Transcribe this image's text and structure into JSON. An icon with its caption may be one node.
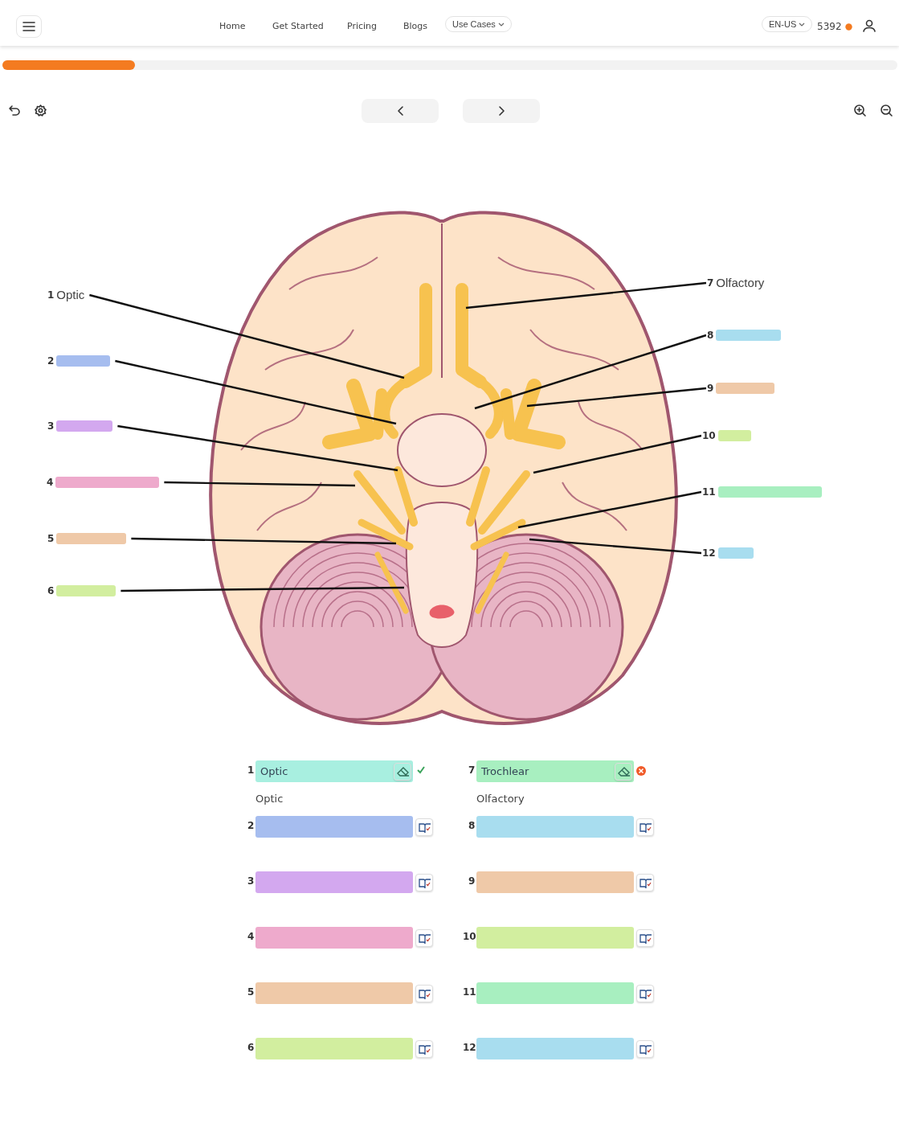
{
  "diagram": {
    "nodes": [
      {
        "text": [
          "1",
          "Optic"
        ]
      },
      {
        "text": [
          "2"
        ]
      },
      {
        "text": [
          "3"
        ]
      },
      {
        "text": [
          "4"
        ]
      },
      {
        "text": [
          "5"
        ]
      },
      {
        "text": [
          "6"
        ]
      },
      {
        "text": [
          "7",
          "Olfactory"
        ]
      },
      {
        "text": [
          "8"
        ]
      },
      {
        "text": [
          "9"
        ]
      },
      {
        "text": [
          "10"
        ]
      },
      {
        "text": [
          "11"
        ]
      },
      {
        "text": [
          "12"
        ]
      }
    ],
    "edges": [
      {
        "from": 0,
        "to": null,
        "arrow": "none"
      },
      {
        "from": 1,
        "to": null,
        "arrow": "none"
      },
      {
        "from": 2,
        "to": null,
        "arrow": "none"
      },
      {
        "from": 3,
        "to": null,
        "arrow": "none"
      },
      {
        "from": 4,
        "to": null,
        "arrow": "none"
      },
      {
        "from": 5,
        "to": null,
        "arrow": "none"
      },
      {
        "from": 6,
        "to": null,
        "arrow": "none"
      },
      {
        "from": 7,
        "to": null,
        "arrow": "none"
      },
      {
        "from": 8,
        "to": null,
        "arrow": "none"
      },
      {
        "from": 9,
        "to": null,
        "arrow": "none"
      },
      {
        "from": 10,
        "to": null,
        "arrow": "none"
      },
      {
        "from": 11,
        "to": null,
        "arrow": "none"
      }
    ],
    "labels": [
      "Home",
      "Get Started",
      "Pricing",
      "Blogs",
      "Use Cases",
      "EN-US",
      "5392",
      "1",
      "Optic",
      "7",
      "Trochlear",
      "Optic",
      "Olfactory",
      "2",
      "8",
      "3",
      "9",
      "4",
      "10",
      "5",
      "11",
      "6",
      "12"
    ]
  }
}
